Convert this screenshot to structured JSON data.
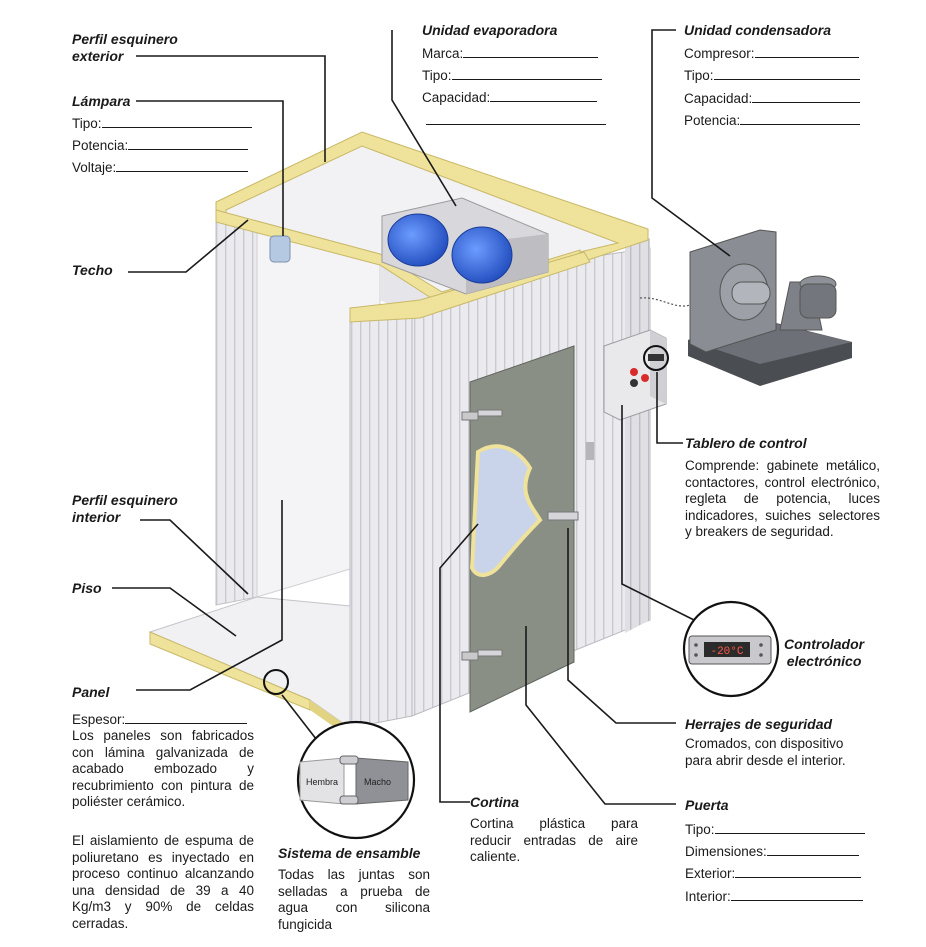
{
  "perfil_exterior": {
    "title": "Perfil esquinero\nexterior"
  },
  "lampara": {
    "title": "Lámpara",
    "fields": [
      {
        "label": "Tipo:"
      },
      {
        "label": "Potencia:"
      },
      {
        "label": "Voltaje:"
      }
    ]
  },
  "techo": {
    "title": "Techo"
  },
  "evaporadora": {
    "title": "Unidad evaporadora",
    "fields": [
      {
        "label": "Marca:"
      },
      {
        "label": "Tipo:"
      },
      {
        "label": "Capacidad:"
      }
    ]
  },
  "condensadora": {
    "title": "Unidad condensadora",
    "fields": [
      {
        "label": "Compresor:"
      },
      {
        "label": "Tipo:"
      },
      {
        "label": "Capacidad:"
      },
      {
        "label": "Potencia:"
      }
    ]
  },
  "tablero": {
    "title": "Tablero de control",
    "text": "Comprende: gabinete metálico, contactores, control electrónico, regleta de potencia, luces indicadores, suiches selectores y breakers de seguridad."
  },
  "perfil_interior": {
    "title": "Perfil esquinero\ninterior"
  },
  "piso": {
    "title": "Piso"
  },
  "controlador": {
    "title": "Controlador\nelectrónico",
    "display": "-20°C"
  },
  "panel": {
    "title": "Panel",
    "field": "Espesor:",
    "text1": "Los paneles son fabricados con lámina galvanizada de acabado embozado y recubrimiento con pintura de poliéster cerámico.",
    "text2": "El aislamiento de espuma de poliuretano es inyectado en proceso continuo alcanzando una densidad de 39 a 40 Kg/m3 y 90% de celdas cerradas."
  },
  "herrajes": {
    "title": "Herrajes de seguridad",
    "text": "Cromados, con dispositivo para abrir desde el interior."
  },
  "cortina": {
    "title": "Cortina",
    "text": "Cortina plástica para reducir entradas de aire caliente."
  },
  "ensamble": {
    "title": "Sistema de ensamble",
    "text": "Todas las juntas son selladas a prueba de agua con silicona fungicida",
    "hembra": "Hembra",
    "macho": "Macho"
  },
  "puerta": {
    "title": "Puerta",
    "fields": [
      {
        "label": "Tipo:"
      },
      {
        "label": "Dimensiones:"
      },
      {
        "label": "Exterior:"
      },
      {
        "label": "Interior:"
      }
    ]
  },
  "colors": {
    "panel": "#e8e8ec",
    "profile": "#efe29a",
    "door": "#8a8f86",
    "fan": "#2a62d6",
    "unit": "#6a6d72"
  }
}
